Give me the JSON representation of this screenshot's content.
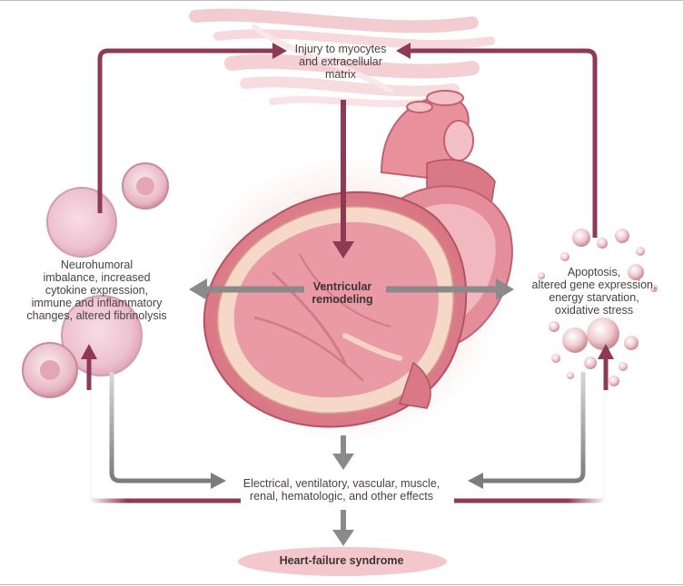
{
  "labels": {
    "injury": [
      "Injury to myocytes",
      "and extracellular",
      "matrix"
    ],
    "neuro": [
      "Neurohumoral",
      "imbalance, increased",
      "cytokine expression,",
      "immune and inflammatory",
      "changes, altered fibrinolysis"
    ],
    "apoptosis": [
      "Apoptosis,",
      "altered gene expression,",
      "energy starvation,",
      "oxidative stress"
    ],
    "remodeling": [
      "Ventricular",
      "remodeling"
    ],
    "effects": [
      "Electrical, ventilatory, vascular, muscle,",
      "renal, hematologic, and other effects"
    ],
    "outcome": "Heart-failure syndrome"
  },
  "colors": {
    "feedback_arrow": "#8e3a55",
    "effect_arrow": "#8a8a8a",
    "heart": "#e79aa3",
    "heart_dark": "#c4606f",
    "myocyte": "#f3c9cf",
    "cell": "#efc7d3",
    "text": "#4a4043"
  }
}
